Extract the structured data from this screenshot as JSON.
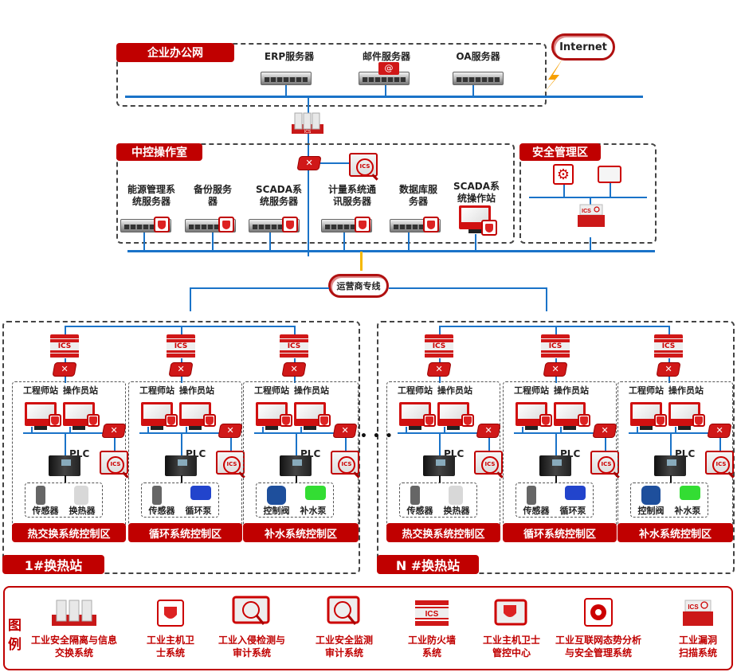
{
  "office": {
    "title": "企业办公网",
    "servers": [
      {
        "label": "ERP服务器",
        "icon": "server-icon"
      },
      {
        "label": "邮件服务器",
        "icon": "mail-server-icon"
      },
      {
        "label": "OA服务器",
        "icon": "server-icon"
      }
    ],
    "internet": "Internet"
  },
  "control_room": {
    "title": "中控操作室",
    "servers": [
      {
        "label_l1": "能源管理系",
        "label_l2": "统服务器"
      },
      {
        "label_l1": "备份服务",
        "label_l2": "器"
      },
      {
        "label_l1": "SCADA系",
        "label_l2": "统服务器"
      },
      {
        "label_l1": "计量系统通",
        "label_l2": "讯服务器"
      },
      {
        "label_l1": "数据库服",
        "label_l2": "务器"
      },
      {
        "label_l1": "SCADA系",
        "label_l2": "统操作站"
      }
    ]
  },
  "security_zone": {
    "title": "安全管理区"
  },
  "carrier_link": "运营商专线",
  "stations": [
    {
      "title": "1#换热站",
      "zones": [
        {
          "header_eng": "工程师站",
          "header_op": "操作员站",
          "plc": "PLC",
          "devices": [
            "传感器",
            "换热器"
          ],
          "name": "热交换系统控制区"
        },
        {
          "header_eng": "工程师站",
          "header_op": "操作员站",
          "plc": "PLC",
          "devices": [
            "传感器",
            "循环泵"
          ],
          "name": "循环系统控制区"
        },
        {
          "header_eng": "工程师站",
          "header_op": "操作员站",
          "plc": "PLC",
          "devices": [
            "控制阀",
            "补水泵"
          ],
          "name": "补水系统控制区"
        }
      ]
    },
    {
      "title": "N #换热站",
      "zones": [
        {
          "header_eng": "工程师站",
          "header_op": "操作员站",
          "plc": "PLC",
          "devices": [
            "传感器",
            "换热器"
          ],
          "name": "热交换系统控制区"
        },
        {
          "header_eng": "工程师站",
          "header_op": "操作员站",
          "plc": "PLC",
          "devices": [
            "传感器",
            "循环泵"
          ],
          "name": "循环系统控制区"
        },
        {
          "header_eng": "工程师站",
          "header_op": "操作员站",
          "plc": "PLC",
          "devices": [
            "控制阀",
            "补水泵"
          ],
          "name": "补水系统控制区"
        }
      ]
    }
  ],
  "ellipsis": "• • •",
  "ics_text": "ICS",
  "legend": {
    "title_l1": "图",
    "title_l2": "例",
    "items": [
      {
        "l1": "工业安全隔离与信息",
        "l2": "交换系统",
        "icon": "isolation-gateway-icon"
      },
      {
        "l1": "工业主机卫",
        "l2": "士系统",
        "icon": "host-guard-icon"
      },
      {
        "l1": "工业入侵检测与",
        "l2": "审计系统",
        "icon": "intrusion-detection-icon"
      },
      {
        "l1": "工业安全监测",
        "l2": "审计系统",
        "icon": "security-audit-icon"
      },
      {
        "l1": "工业防火墙",
        "l2": "系统",
        "icon": "firewall-icon"
      },
      {
        "l1": "工业主机卫士",
        "l2": "管控中心",
        "icon": "host-guard-center-icon"
      },
      {
        "l1": "工业互联网态势分析",
        "l2": "与安全管理系统",
        "icon": "situation-analysis-icon"
      },
      {
        "l1": "工业漏洞",
        "l2": "扫描系统",
        "icon": "vulnerability-scan-icon"
      }
    ]
  },
  "colors": {
    "brand_red": "#c00000",
    "link_blue": "#1a73c8",
    "carrier_yellow": "#f5b800"
  }
}
